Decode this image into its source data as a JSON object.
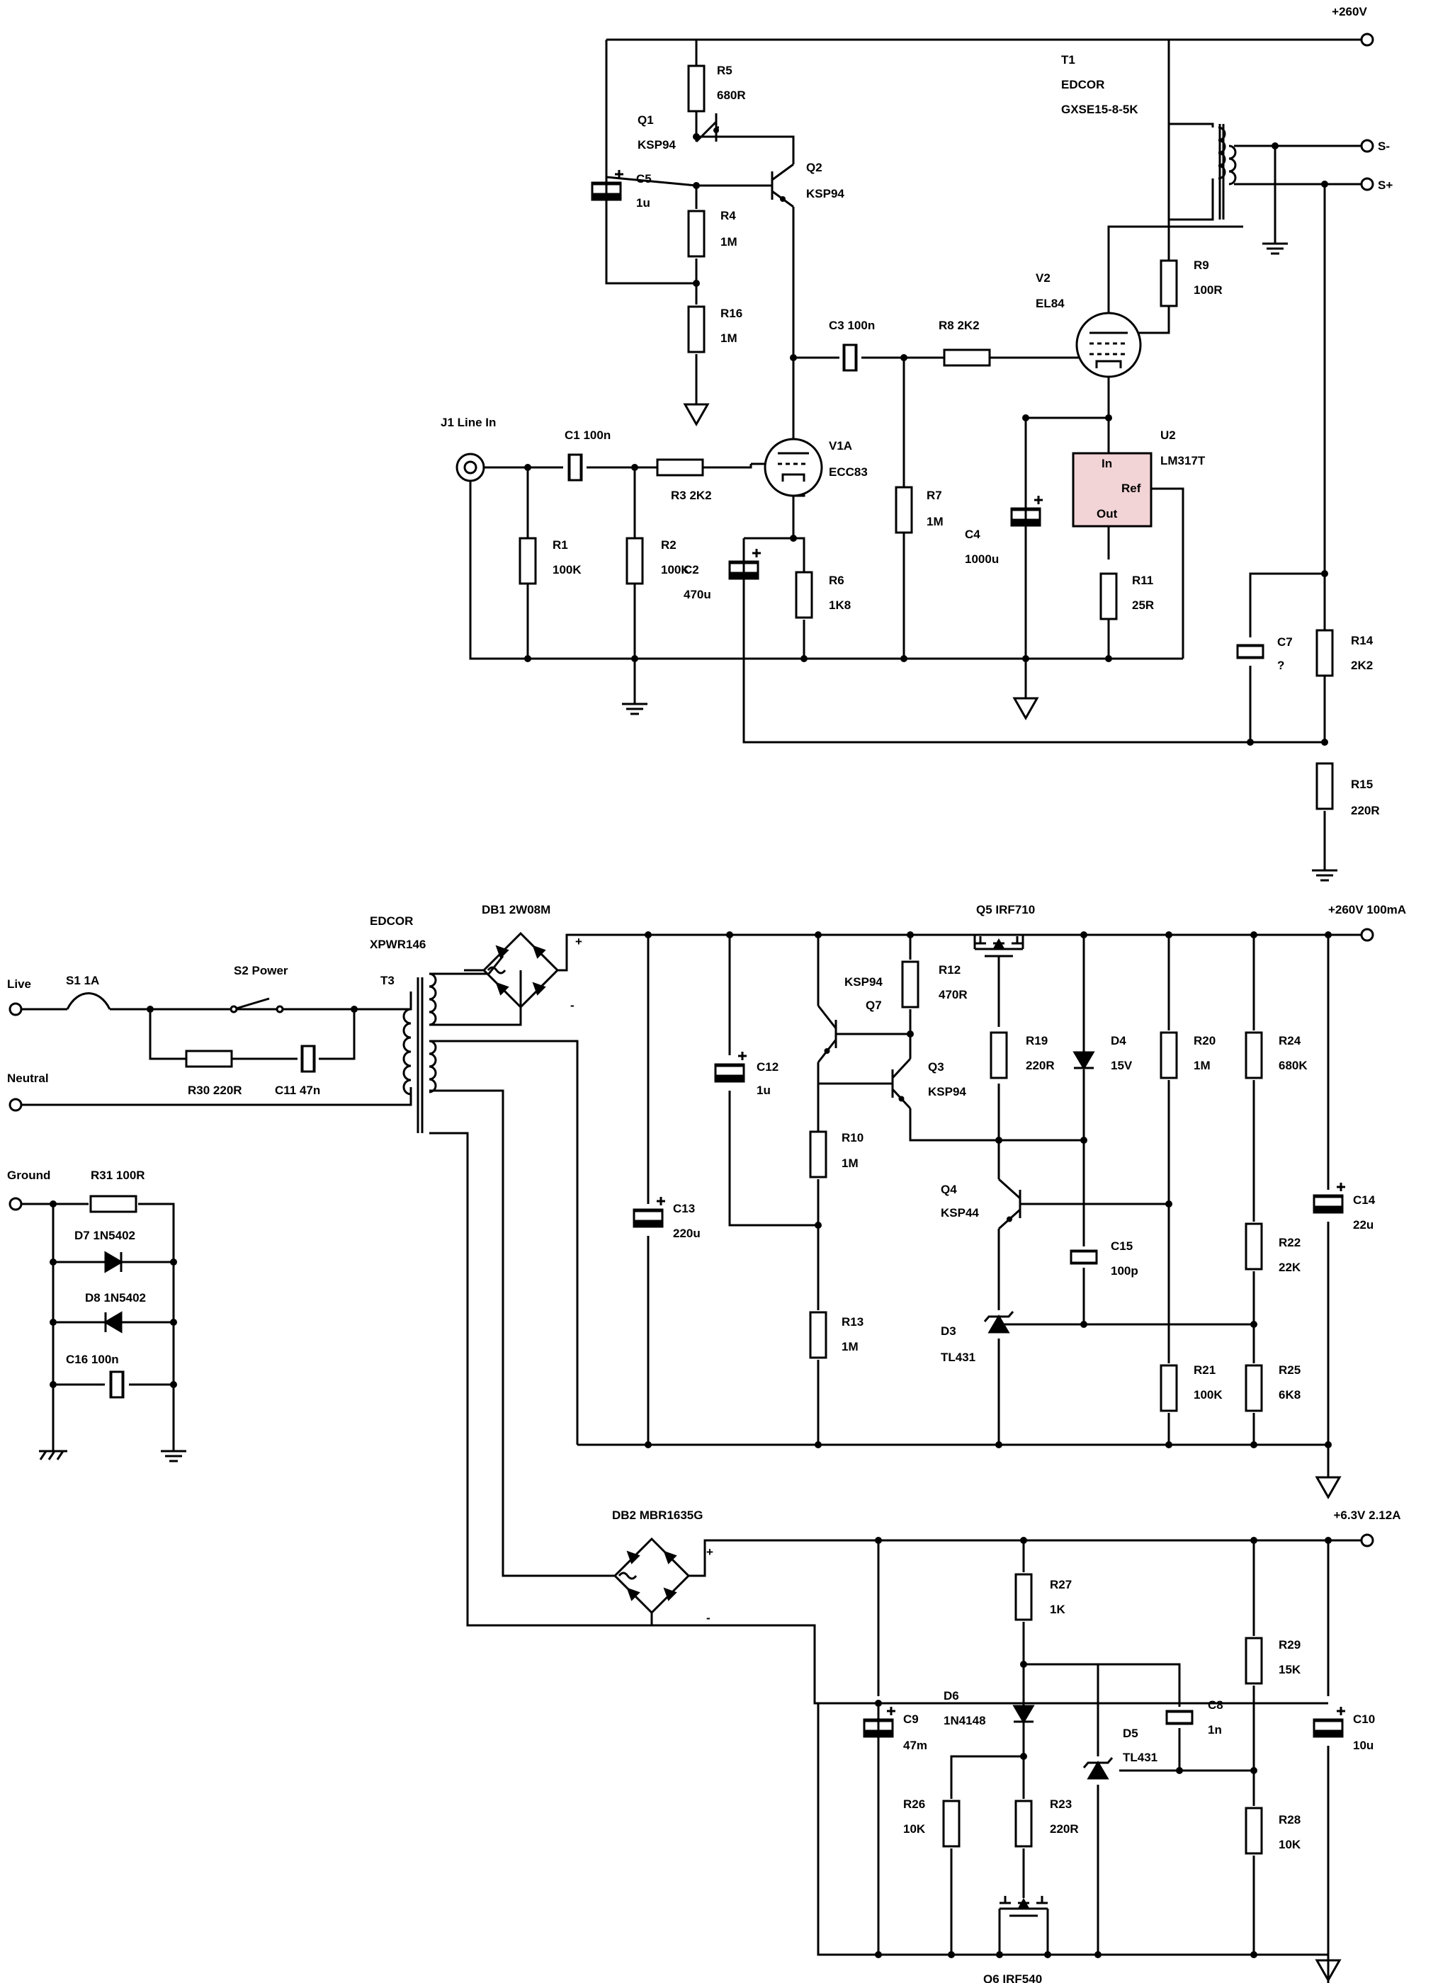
{
  "colors": {
    "wire": "#000000",
    "background": "#ffffff",
    "regulator_fill": "#f2d3d6"
  },
  "labels": [
    {
      "key": "plus260",
      "text": "+260V"
    },
    {
      "key": "plus260_100ma",
      "text": "+260V 100mA"
    },
    {
      "key": "plus63",
      "text": "+6.3V 2.12A"
    },
    {
      "key": "s_minus",
      "text": "S-"
    },
    {
      "key": "s_plus",
      "text": "S+"
    },
    {
      "key": "live",
      "text": "Live"
    },
    {
      "key": "neutral",
      "text": "Neutral"
    },
    {
      "key": "ground",
      "text": "Ground"
    },
    {
      "key": "t1_ref",
      "text": "T1"
    },
    {
      "key": "t1_mfr",
      "text": "EDCOR"
    },
    {
      "key": "t1_val",
      "text": "GXSE15-8-5K"
    },
    {
      "key": "t3_mfr",
      "text": "EDCOR"
    },
    {
      "key": "t3_val",
      "text": "XPWR146"
    },
    {
      "key": "t3_ref",
      "text": "T3"
    },
    {
      "key": "q1_ref",
      "text": "Q1"
    },
    {
      "key": "q1_val",
      "text": "KSP94"
    },
    {
      "key": "q2_ref",
      "text": "Q2"
    },
    {
      "key": "q2_val",
      "text": "KSP94"
    },
    {
      "key": "q3_ref",
      "text": "Q3"
    },
    {
      "key": "q3_val",
      "text": "KSP94"
    },
    {
      "key": "q7_val",
      "text": "KSP94"
    },
    {
      "key": "q7_ref",
      "text": "Q7"
    },
    {
      "key": "q4_ref",
      "text": "Q4"
    },
    {
      "key": "q4_val",
      "text": "KSP44"
    },
    {
      "key": "q5",
      "text": "Q5   IRF710"
    },
    {
      "key": "q6",
      "text": "Q6     IRF540"
    },
    {
      "key": "v1a_ref",
      "text": "V1A"
    },
    {
      "key": "v1a_val",
      "text": "ECC83"
    },
    {
      "key": "v2_ref",
      "text": "V2"
    },
    {
      "key": "v2_val",
      "text": "EL84"
    },
    {
      "key": "u2_ref",
      "text": "U2"
    },
    {
      "key": "u2_val",
      "text": "LM317T"
    },
    {
      "key": "u2_in",
      "text": "In"
    },
    {
      "key": "u2_ref_pin",
      "text": "Ref"
    },
    {
      "key": "u2_out",
      "text": "Out"
    },
    {
      "key": "j1",
      "text": "J1   Line In"
    },
    {
      "key": "c1",
      "text": "C1   100n"
    },
    {
      "key": "c3",
      "text": "C3    100n"
    },
    {
      "key": "r8",
      "text": "R8   2K2"
    },
    {
      "key": "r3",
      "text": "R3    2K2"
    },
    {
      "key": "r5_ref",
      "text": "R5"
    },
    {
      "key": "r5_val",
      "text": "680R"
    },
    {
      "key": "r4_ref",
      "text": "R4"
    },
    {
      "key": "r4_val",
      "text": "1M"
    },
    {
      "key": "r16_ref",
      "text": "R16"
    },
    {
      "key": "r16_val",
      "text": "1M"
    },
    {
      "key": "c5_ref",
      "text": "C5"
    },
    {
      "key": "c5_val",
      "text": "1u"
    },
    {
      "key": "r1_ref",
      "text": "R1"
    },
    {
      "key": "r1_val",
      "text": "100K"
    },
    {
      "key": "r2_ref",
      "text": "R2"
    },
    {
      "key": "r2_val",
      "text": "100K"
    },
    {
      "key": "c2_ref",
      "text": "C2"
    },
    {
      "key": "c2_val",
      "text": "470u"
    },
    {
      "key": "r6_ref",
      "text": "R6"
    },
    {
      "key": "r6_val",
      "text": "1K8"
    },
    {
      "key": "r7_ref",
      "text": "R7"
    },
    {
      "key": "r7_val",
      "text": "1M"
    },
    {
      "key": "c4_ref",
      "text": "C4"
    },
    {
      "key": "c4_val",
      "text": "1000u"
    },
    {
      "key": "r9_ref",
      "text": "R9"
    },
    {
      "key": "r9_val",
      "text": "100R"
    },
    {
      "key": "r11_ref",
      "text": "R11"
    },
    {
      "key": "r11_val",
      "text": "25R"
    },
    {
      "key": "c7_ref",
      "text": "C7"
    },
    {
      "key": "c7_val",
      "text": "?"
    },
    {
      "key": "r14_ref",
      "text": "R14"
    },
    {
      "key": "r14_val",
      "text": "2K2"
    },
    {
      "key": "r15_ref",
      "text": "R15"
    },
    {
      "key": "r15_val",
      "text": "220R"
    },
    {
      "key": "db1",
      "text": "DB1    2W08M"
    },
    {
      "key": "db2",
      "text": "DB2     MBR1635G"
    },
    {
      "key": "s1",
      "text": "S1   1A"
    },
    {
      "key": "s2",
      "text": "S2    Power"
    },
    {
      "key": "r30",
      "text": "R30     220R"
    },
    {
      "key": "c11",
      "text": "C11     47n"
    },
    {
      "key": "r31",
      "text": "R31     100R"
    },
    {
      "key": "d7",
      "text": "D7      1N5402"
    },
    {
      "key": "d8",
      "text": "D8      1N5402"
    },
    {
      "key": "c16",
      "text": "C16     100n"
    },
    {
      "key": "c12_ref",
      "text": "C12"
    },
    {
      "key": "c12_val",
      "text": "1u"
    },
    {
      "key": "c13_ref",
      "text": "C13"
    },
    {
      "key": "c13_val",
      "text": "220u"
    },
    {
      "key": "r12_ref",
      "text": "R12"
    },
    {
      "key": "r12_val",
      "text": "470R"
    },
    {
      "key": "r10_ref",
      "text": "R10"
    },
    {
      "key": "r10_val",
      "text": "1M"
    },
    {
      "key": "r13_ref",
      "text": "R13"
    },
    {
      "key": "r13_val",
      "text": "1M"
    },
    {
      "key": "r19_ref",
      "text": "R19"
    },
    {
      "key": "r19_val",
      "text": "220R"
    },
    {
      "key": "d4_ref",
      "text": "D4"
    },
    {
      "key": "d4_val",
      "text": "15V"
    },
    {
      "key": "r20_ref",
      "text": "R20"
    },
    {
      "key": "r20_val",
      "text": "1M"
    },
    {
      "key": "r24_ref",
      "text": "R24"
    },
    {
      "key": "r24_val",
      "text": "680K"
    },
    {
      "key": "c14_ref",
      "text": "C14"
    },
    {
      "key": "c14_val",
      "text": "22u"
    },
    {
      "key": "c15_ref",
      "text": "C15"
    },
    {
      "key": "c15_val",
      "text": "100p"
    },
    {
      "key": "r22_ref",
      "text": "R22"
    },
    {
      "key": "r22_val",
      "text": "22K"
    },
    {
      "key": "d3_ref",
      "text": "D3"
    },
    {
      "key": "d3_val",
      "text": "TL431"
    },
    {
      "key": "r21_ref",
      "text": "R21"
    },
    {
      "key": "r21_val",
      "text": "100K"
    },
    {
      "key": "r25_ref",
      "text": "R25"
    },
    {
      "key": "r25_val",
      "text": "6K8"
    },
    {
      "key": "r27_ref",
      "text": "R27"
    },
    {
      "key": "r27_val",
      "text": "1K"
    },
    {
      "key": "d6_ref",
      "text": "D6"
    },
    {
      "key": "d6_val",
      "text": "1N4148"
    },
    {
      "key": "c9_ref",
      "text": "C9"
    },
    {
      "key": "c9_val",
      "text": "47m"
    },
    {
      "key": "c8_ref",
      "text": "C8"
    },
    {
      "key": "c8_val",
      "text": "1n"
    },
    {
      "key": "d5_ref",
      "text": "D5"
    },
    {
      "key": "d5_val",
      "text": "TL431"
    },
    {
      "key": "r29_ref",
      "text": "R29"
    },
    {
      "key": "r29_val",
      "text": "15K"
    },
    {
      "key": "c10_ref",
      "text": "C10"
    },
    {
      "key": "c10_val",
      "text": "10u"
    },
    {
      "key": "r26_ref",
      "text": "R26"
    },
    {
      "key": "r26_val",
      "text": "10K"
    },
    {
      "key": "r23_ref",
      "text": "R23"
    },
    {
      "key": "r23_val",
      "text": "220R"
    },
    {
      "key": "r28_ref",
      "text": "R28"
    },
    {
      "key": "r28_val",
      "text": "10K"
    }
  ]
}
